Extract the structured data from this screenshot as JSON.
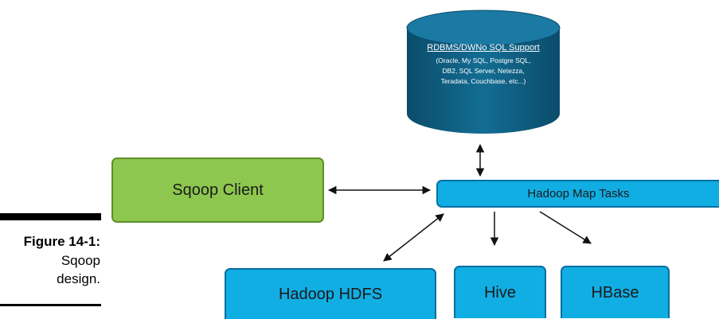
{
  "caption": {
    "title": "Figure 14-1:",
    "lines": [
      "Sqoop",
      "design."
    ]
  },
  "database": {
    "title": "RDBMS/DWNo SQL Support",
    "lines": [
      "(Oracle, My SQL, Postgre SQL,",
      "DB2, SQL Server, Netezza,",
      "Teradata, Couchbase, etc...)"
    ]
  },
  "nodes": {
    "sqoop_client": "Sqoop Client",
    "map_tasks": "Hadoop Map Tasks",
    "hdfs": "Hadoop HDFS",
    "hive": "Hive",
    "hbase": "HBase"
  },
  "colors": {
    "client_fill": "#8dc74f",
    "node_fill": "#11aee4",
    "database_fill": "#0f5f82"
  }
}
